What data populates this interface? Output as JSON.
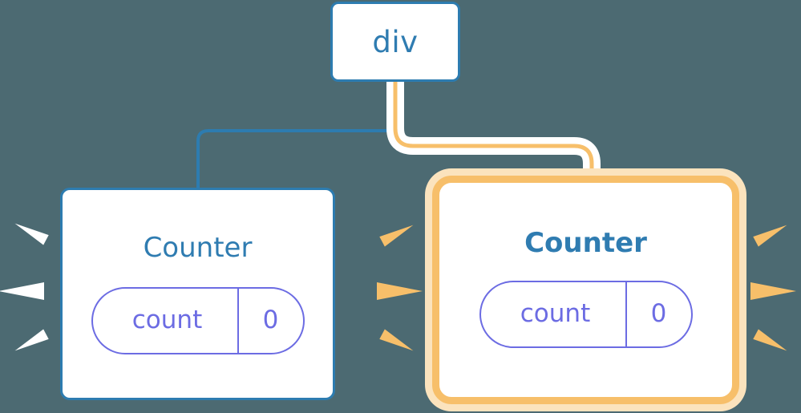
{
  "diagram": {
    "title": "React component tree re-render diagram",
    "background_color": "#4c6a72"
  },
  "root_node": {
    "label": "div",
    "border_color": "#2d7cb0",
    "text_color": "#2f7cb1"
  },
  "nodes": [
    {
      "id": "counter-left",
      "title": "Counter",
      "highlighted": false,
      "border_color": "#2d7cb0",
      "title_color": "#2f7cb1",
      "state": {
        "key": "count",
        "value": "0",
        "color": "#6c6ce3"
      },
      "sparkle_color": "#ffffff",
      "edge_color": "#2d7cb0"
    },
    {
      "id": "counter-right",
      "title": "Counter",
      "highlighted": true,
      "border_color": "#f7bf6a",
      "glow_color": "#fbe3bd",
      "title_color": "#2f7cb1",
      "state": {
        "key": "count",
        "value": "0",
        "color": "#6c6ce3"
      },
      "sparkle_color": "#f7bf6a",
      "edge_color": "#f7bf6a"
    }
  ],
  "edges": [
    {
      "from": "div",
      "to": "counter-left",
      "color": "#2d7cb0",
      "style": "solid"
    },
    {
      "from": "div",
      "to": "counter-right",
      "color": "#f7bf6a",
      "style": "solid-with-halo"
    }
  ],
  "sparkles": [
    {
      "id": "burst-far-left",
      "color": "#ffffff",
      "direction": "left"
    },
    {
      "id": "burst-mid-left",
      "color": "#f7bf6a",
      "direction": "right"
    },
    {
      "id": "burst-far-right",
      "color": "#f7bf6a",
      "direction": "right"
    }
  ]
}
